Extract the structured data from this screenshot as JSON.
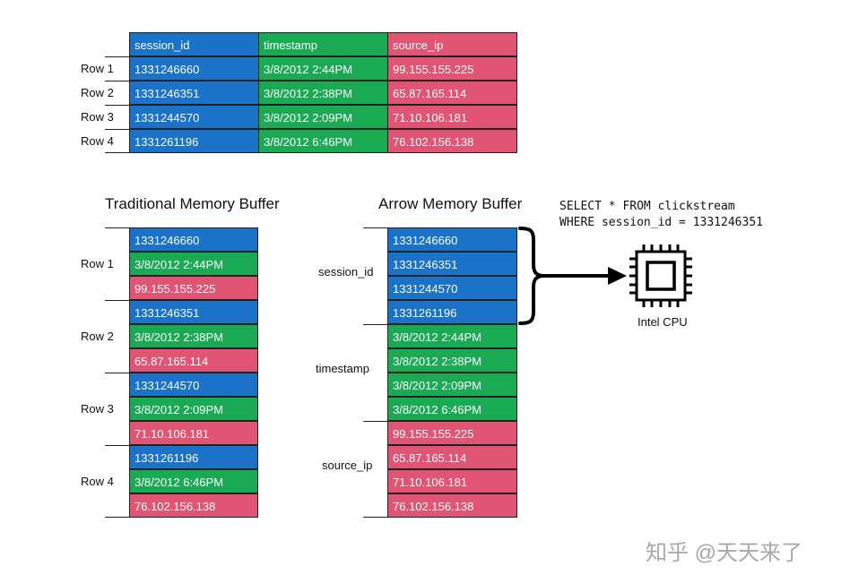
{
  "top_table": {
    "headers": [
      "session_id",
      "timestamp",
      "source_ip"
    ],
    "row_labels": [
      "Row 1",
      "Row 2",
      "Row 3",
      "Row 4"
    ],
    "rows": [
      [
        "1331246660",
        "3/8/2012 2:44PM",
        "99.155.155.225"
      ],
      [
        "1331246351",
        "3/8/2012 2:38PM",
        "65.87.165.114"
      ],
      [
        "1331244570",
        "3/8/2012 2:09PM",
        "71.10.106.181"
      ],
      [
        "1331261196",
        "3/8/2012 6:46PM",
        "76.102.156.138"
      ]
    ]
  },
  "traditional": {
    "title": "Traditional Memory Buffer",
    "row_labels": [
      "Row 1",
      "Row 2",
      "Row 3",
      "Row 4"
    ],
    "cells": [
      "1331246660",
      "3/8/2012 2:44PM",
      "99.155.155.225",
      "1331246351",
      "3/8/2012 2:38PM",
      "65.87.165.114",
      "1331244570",
      "3/8/2012 2:09PM",
      "71.10.106.181",
      "1331261196",
      "3/8/2012 6:46PM",
      "76.102.156.138"
    ]
  },
  "arrow": {
    "title": "Arrow Memory Buffer",
    "column_labels": [
      "session_id",
      "timestamp",
      "source_ip"
    ],
    "cells": [
      "1331246660",
      "1331246351",
      "1331244570",
      "1331261196",
      "3/8/2012 2:44PM",
      "3/8/2012 2:38PM",
      "3/8/2012 2:09PM",
      "3/8/2012 6:46PM",
      "99.155.155.225",
      "65.87.165.114",
      "71.10.106.181",
      "76.102.156.138"
    ]
  },
  "query": {
    "line1": "SELECT * FROM clickstream",
    "line2": "WHERE session_id = 1331246351"
  },
  "cpu": {
    "label": "Intel CPU",
    "icon": "cpu-chip-icon"
  },
  "watermark": "知乎 @天天来了",
  "colors": {
    "session_id": "#1a73c9",
    "timestamp": "#1aaa54",
    "source_ip": "#e25473"
  }
}
